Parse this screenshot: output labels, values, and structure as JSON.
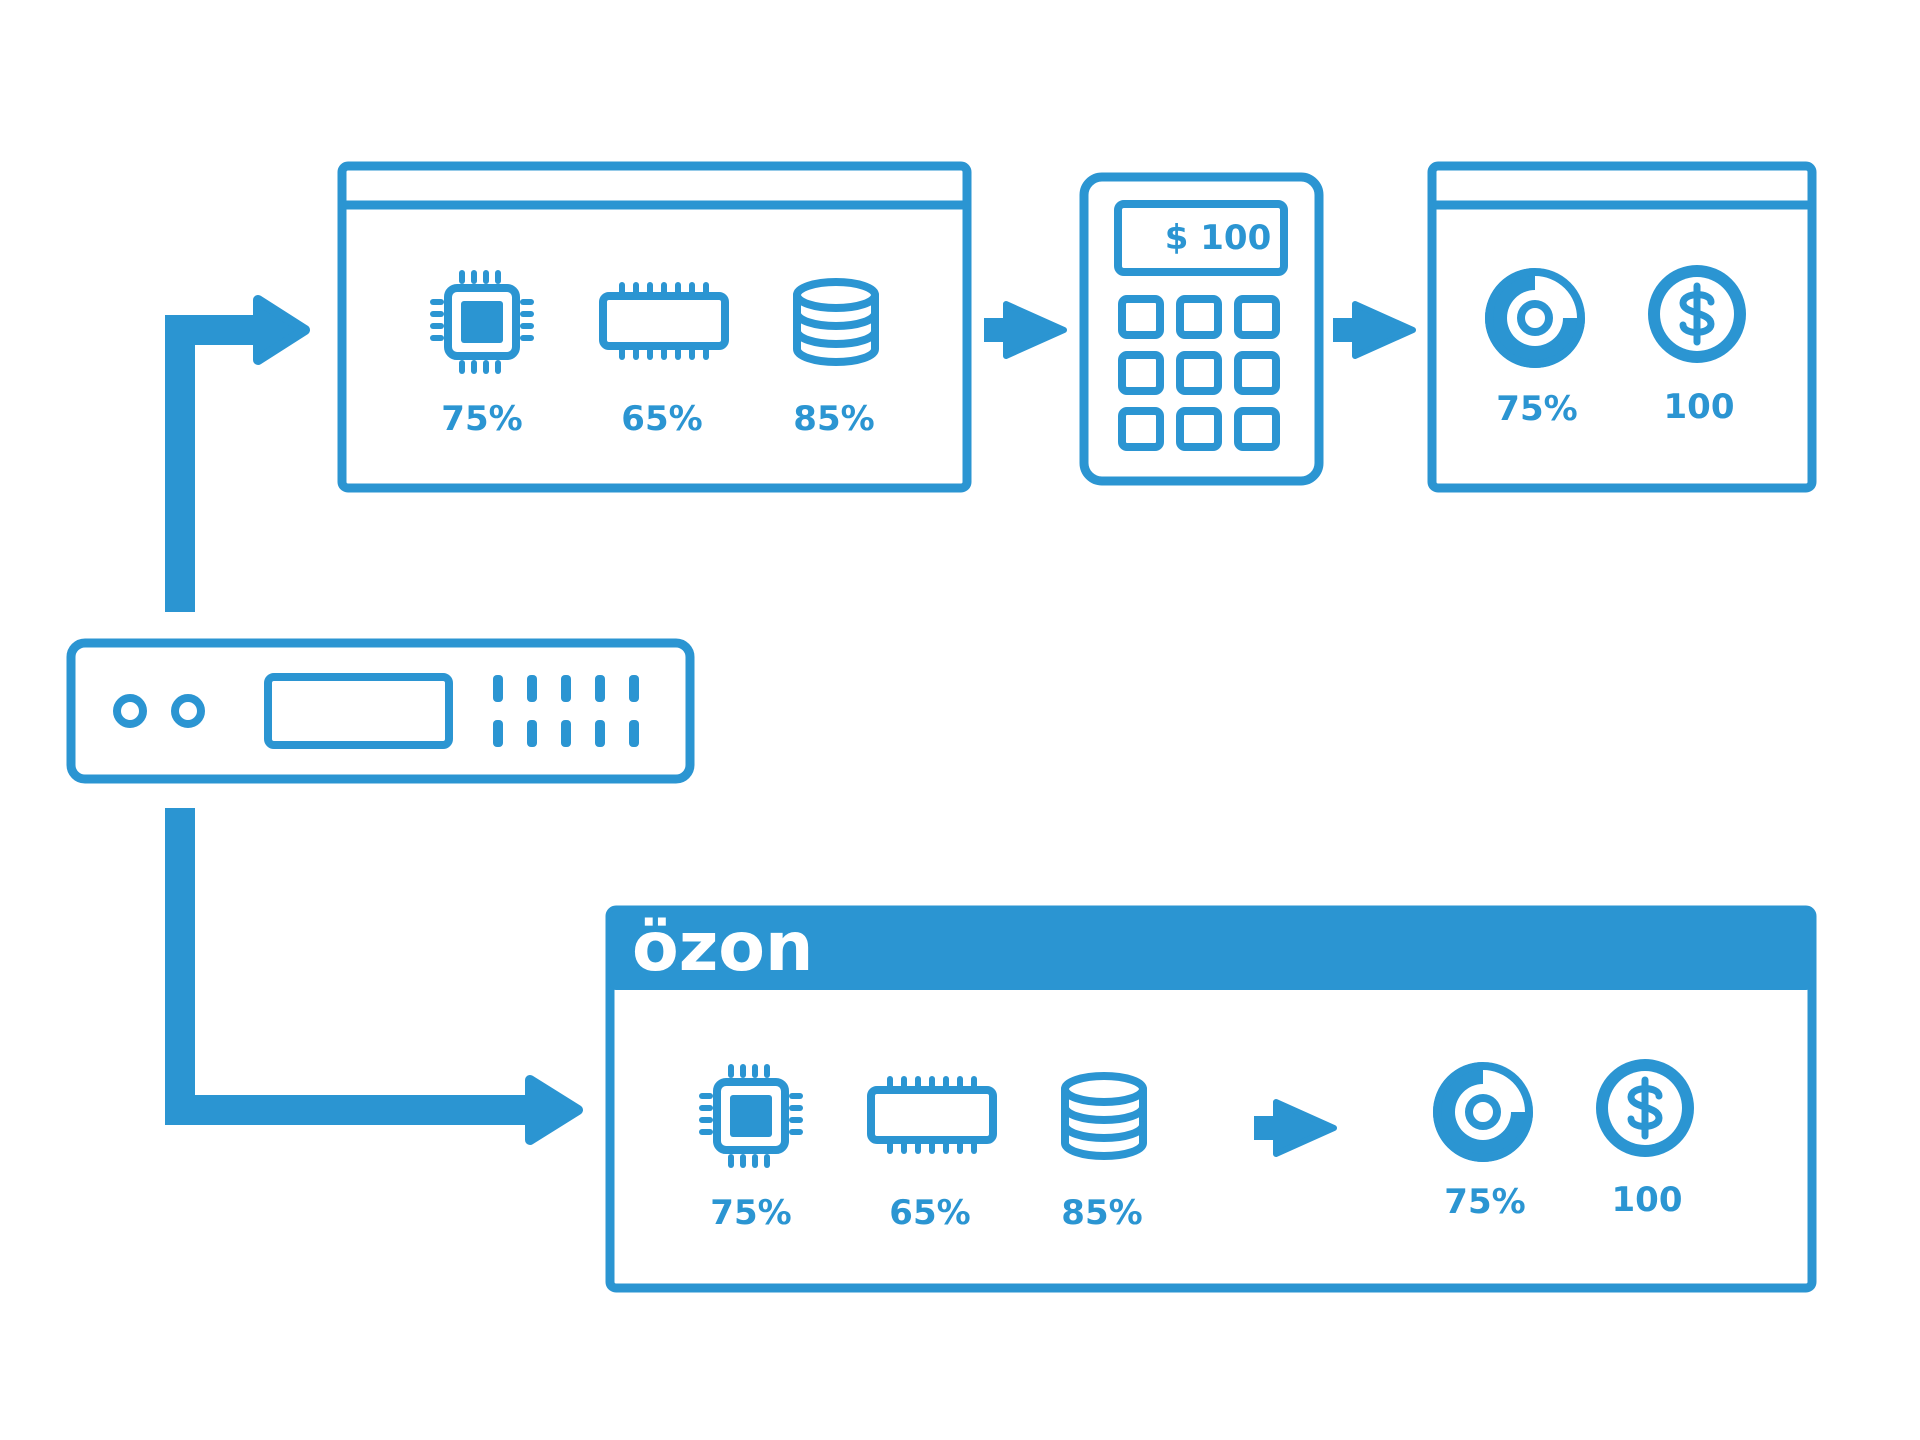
{
  "colors": {
    "accent": "#2b95d2",
    "background": "#ffffff"
  },
  "top_metrics_panel": {
    "items": [
      {
        "icon": "cpu-icon",
        "value": "75%"
      },
      {
        "icon": "ram-module-icon",
        "value": "65%"
      },
      {
        "icon": "database-icon",
        "value": "85%"
      }
    ]
  },
  "calculator": {
    "display_text": "$ 100",
    "icon": "calculator-icon"
  },
  "top_result_panel": {
    "items": [
      {
        "icon": "donut-chart-icon",
        "value": "75%"
      },
      {
        "icon": "dollar-coin-icon",
        "value": "100"
      }
    ]
  },
  "server": {
    "icon": "server-rack-icon"
  },
  "ozon_panel": {
    "brand": "özon",
    "metrics": [
      {
        "icon": "cpu-icon",
        "value": "75%"
      },
      {
        "icon": "ram-module-icon",
        "value": "65%"
      },
      {
        "icon": "database-icon",
        "value": "85%"
      }
    ],
    "results": [
      {
        "icon": "donut-chart-icon",
        "value": "75%"
      },
      {
        "icon": "dollar-coin-icon",
        "value": "100"
      }
    ]
  }
}
